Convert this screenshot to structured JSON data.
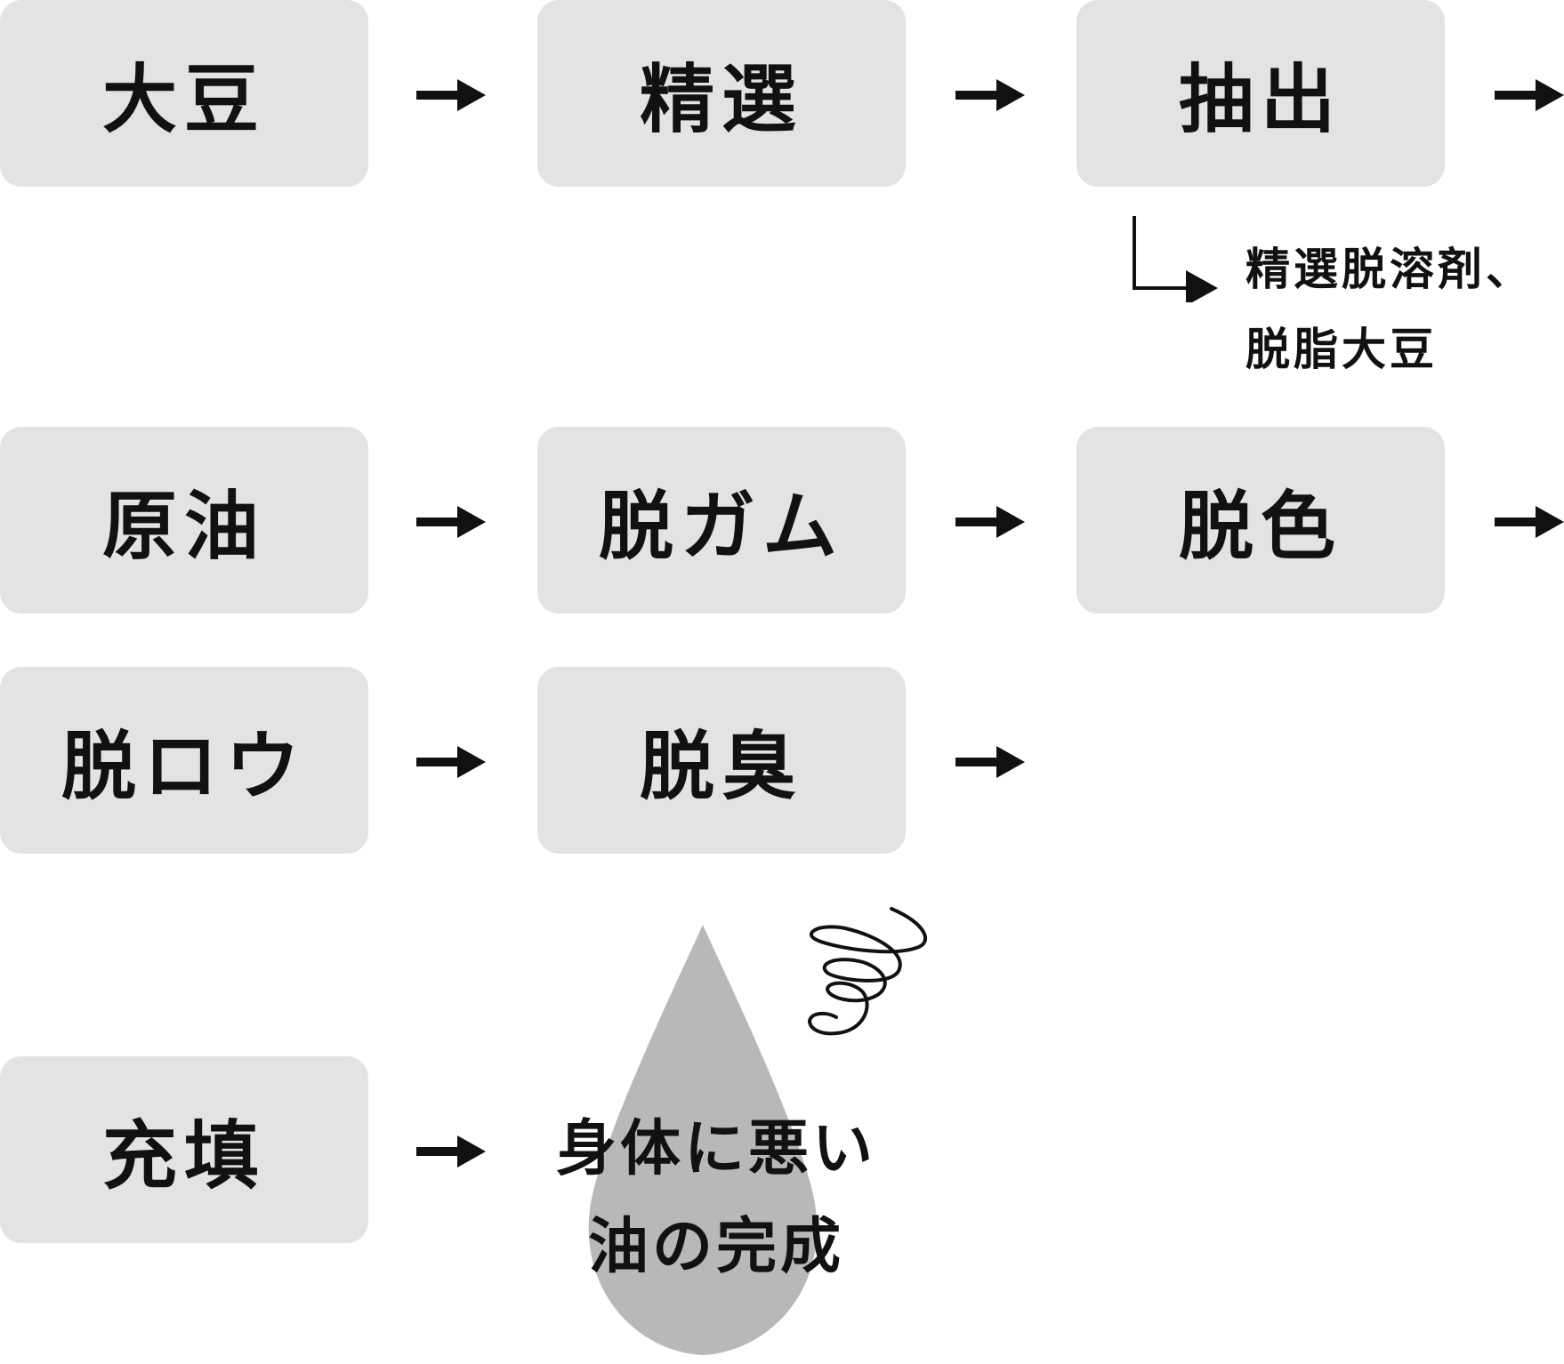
{
  "steps": {
    "soybean": "大豆",
    "selection": "精選",
    "extraction": "抽出",
    "crude_oil": "原油",
    "degumming": "脱ガム",
    "decoloring": "脱色",
    "dewaxing": "脱ロウ",
    "deodorizing": "脱臭",
    "filling": "充填"
  },
  "byproduct": {
    "line1": "精選脱溶剤、",
    "line2": "脱脂大豆"
  },
  "result": {
    "line1": "身体に悪い",
    "line2": "油の完成"
  },
  "colors": {
    "box": "#e3e3e3",
    "drop": "#b8b8b8",
    "text": "#111111"
  }
}
